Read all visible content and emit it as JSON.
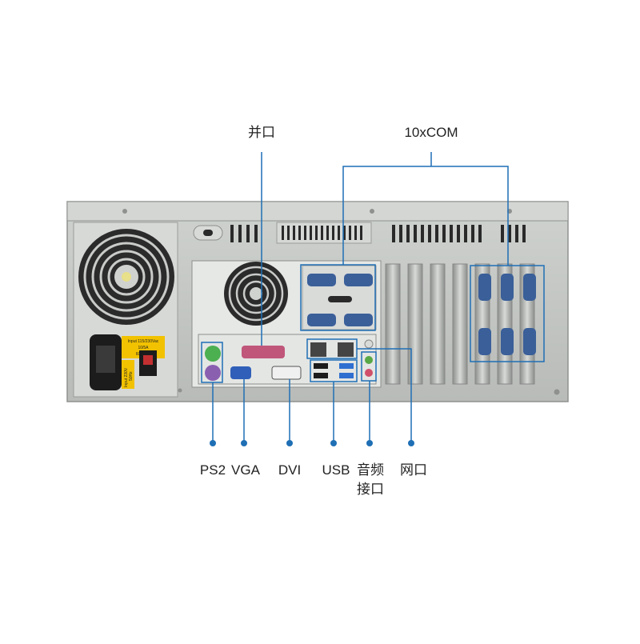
{
  "callouts": {
    "parallel": "并口",
    "com": "10xCOM",
    "ps2": "PS2",
    "vga": "VGA",
    "dvi": "DVI",
    "usb": "USB",
    "audio_line1": "音频",
    "audio_line2": "接口",
    "lan": "网口"
  },
  "psu_label": {
    "line1": "Input 115/230Vac",
    "line2": "10/5A",
    "line3": "60/50Hz"
  },
  "switch_label": {
    "line1": "Input 230V",
    "line2": "50Hz"
  },
  "colors": {
    "leader_line": "#1f6fb5",
    "chassis": "#c4c7c4",
    "chassis_shadow": "#9a9d9a",
    "io_plate": "#e4e6e4",
    "ps2_keyboard": "#8a5fb0",
    "ps2_mouse": "#4caf50",
    "vga": "#2f5fb8",
    "usb3": "#2f6fd0",
    "parallel": "#c0567a",
    "audio_green": "#58a845",
    "audio_pink": "#d0506a",
    "warning_label": "#f2c200"
  }
}
